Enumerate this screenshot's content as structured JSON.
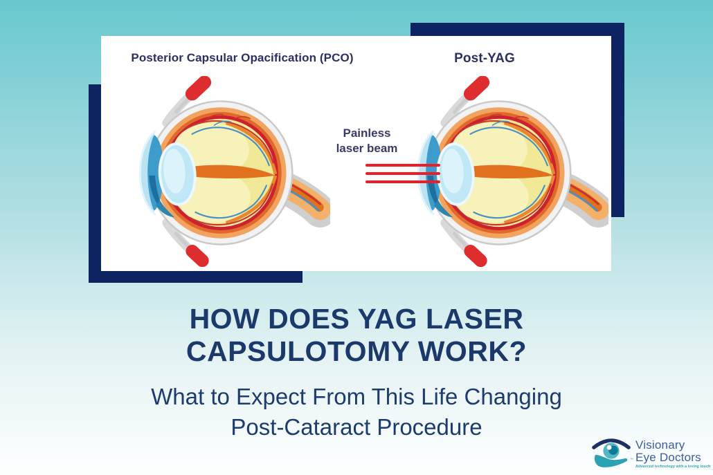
{
  "card": {
    "pco_label": "Posterior Capsular Opacification (PCO)",
    "post_yag_label": "Post-YAG",
    "laser_label_line1": "Painless",
    "laser_label_line2": "laser beam"
  },
  "headline": {
    "line1": "HOW DOES YAG LASER",
    "line2": "CAPSULOTOMY WORK?"
  },
  "subtitle": {
    "line1": "What to Expect From This Life Changing",
    "line2": "Post-Cataract Procedure"
  },
  "logo": {
    "name_line1": "Visionary",
    "name_line2": "Eye Doctors",
    "tagline": "Advanced technology with a loving touch",
    "trademark": "™"
  },
  "colors": {
    "background-top": "#68c8ce",
    "background-mid": "#a9dce0",
    "background-bottom": "#fdffff",
    "navy": "#0e2361",
    "card-white": "#ffffff",
    "label-text": "#2b2f63",
    "headline-text": "#1b3a6b",
    "subtitle-text": "#1d3b6e",
    "laser-red": "#ee1c25",
    "logo-blue": "#3b5ca4",
    "logo-teal": "#2ba3b4"
  }
}
